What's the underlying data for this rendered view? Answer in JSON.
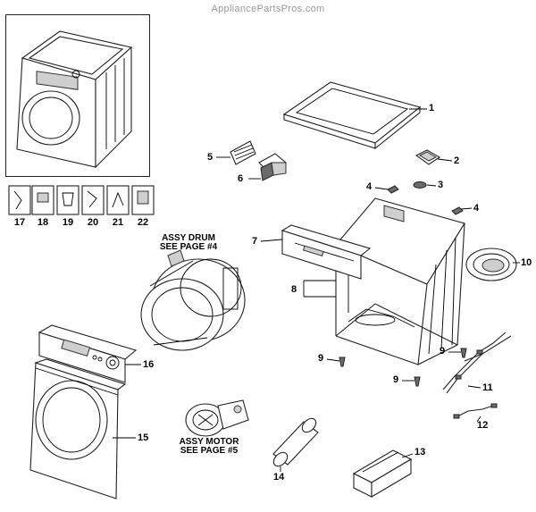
{
  "watermark": "AppliancePartsPros.com",
  "notes": {
    "drum": [
      "ASSY DRUM",
      "SEE PAGE #4"
    ],
    "motor": [
      "ASSY MOTOR",
      "SEE PAGE #5"
    ]
  },
  "callouts": [
    "1",
    "2",
    "3",
    "4",
    "4",
    "5",
    "6",
    "7",
    "8",
    "9",
    "9",
    "9",
    "10",
    "11",
    "12",
    "13",
    "14",
    "15",
    "16"
  ],
  "kit_parts": [
    "17",
    "18",
    "19",
    "20",
    "21",
    "22"
  ]
}
